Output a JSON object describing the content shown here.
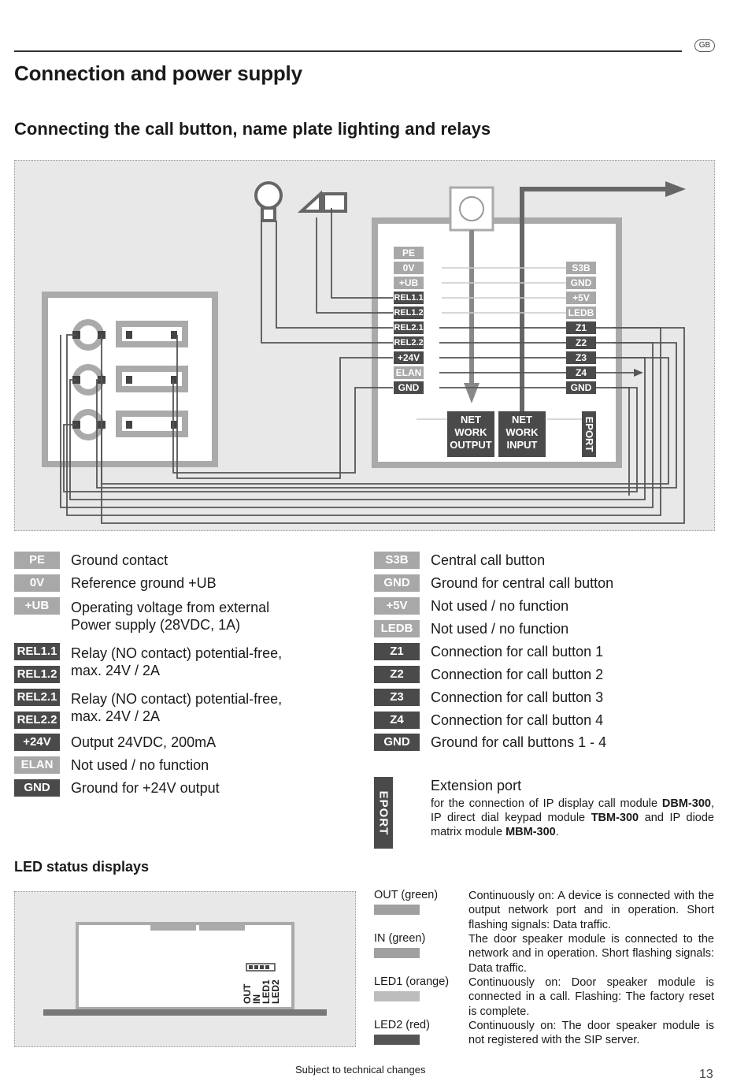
{
  "header": {
    "lang_badge": "GB",
    "title": "Connection and power supply",
    "subtitle": "Connecting the call button, name plate lighting and relays"
  },
  "diagram": {
    "left_terminals": [
      "PE",
      "0V",
      "+UB",
      "REL1.1",
      "REL1.2",
      "REL2.1",
      "REL2.2",
      "+24V",
      "ELAN",
      "GND"
    ],
    "right_terminals": [
      "S3B",
      "GND",
      "+5V",
      "LEDB",
      "Z1",
      "Z2",
      "Z3",
      "Z4",
      "GND"
    ],
    "net_output": [
      "NET",
      "WORK",
      "OUTPUT"
    ],
    "net_input": [
      "NET",
      "WORK",
      "INPUT"
    ],
    "eport": "EPORT"
  },
  "legend_left": [
    {
      "tag": "PE",
      "desc": "Ground contact"
    },
    {
      "tag": "0V",
      "desc": "Reference ground +UB"
    },
    {
      "tag": "+UB",
      "desc_line1": "Operating voltage from external",
      "desc_line2": "Power supply (28VDC, 1A)"
    },
    {
      "tag1": "REL1.1",
      "tag2": "REL1.2",
      "desc_line1": "Relay (NO contact) potential-free,",
      "desc_line2": "max. 24V / 2A"
    },
    {
      "tag1": "REL2.1",
      "tag2": "REL2.2",
      "desc_line1": "Relay (NO contact) potential-free,",
      "desc_line2": "max. 24V / 2A"
    },
    {
      "tag": "+24V",
      "desc": "Output 24VDC, 200mA"
    },
    {
      "tag": "ELAN",
      "desc": "Not used / no function"
    },
    {
      "tag": "GND",
      "desc": "Ground for +24V output"
    }
  ],
  "legend_right": [
    {
      "tag": "S3B",
      "desc": "Central call button"
    },
    {
      "tag": "GND",
      "desc": "Ground for central call button"
    },
    {
      "tag": "+5V",
      "desc": "Not used / no function"
    },
    {
      "tag": "LEDB",
      "desc": "Not used / no function"
    },
    {
      "tag": "Z1",
      "desc": "Connection for call button 1"
    },
    {
      "tag": "Z2",
      "desc": "Connection for call button 2"
    },
    {
      "tag": "Z3",
      "desc": "Connection for call button 3"
    },
    {
      "tag": "Z4",
      "desc": "Connection for call button 4"
    },
    {
      "tag": "GND",
      "desc": "Ground for call buttons 1 - 4"
    }
  ],
  "eport": {
    "tag": "EPORT",
    "title": "Extension port",
    "text_a": "for the connection of IP display call module ",
    "bold_a": "DBM-300",
    "text_b": ", IP direct dial keypad module ",
    "bold_b": "TBM-300",
    "text_c": " and IP diode matrix module ",
    "bold_c": "MBM-300",
    "text_d": "."
  },
  "led": {
    "heading": "LED status displays",
    "panel_labels": [
      "OUT",
      "IN",
      "LED1",
      "LED2"
    ],
    "items": [
      {
        "label": "OUT (green)",
        "color": "#a0a0a0",
        "text": "Continuously on: A device is connected with the output network port and in operation. Short flashing signals: Data traffic."
      },
      {
        "label": "IN (green)",
        "color": "#a0a0a0",
        "text": "The door speaker module is connected to the network and in operation. Short flashing signals: Data traffic."
      },
      {
        "label": "LED1 (orange)",
        "color": "#bdbdbd",
        "text": "Continuously on: Door speaker module is connected in a call. Flashing: The factory reset is complete."
      },
      {
        "label": "LED2 (red)",
        "color": "#555555",
        "text": "Continuously on: The door speaker module is not registered with the SIP server."
      }
    ]
  },
  "footer": {
    "note": "Subject to technical changes",
    "page": "13"
  }
}
